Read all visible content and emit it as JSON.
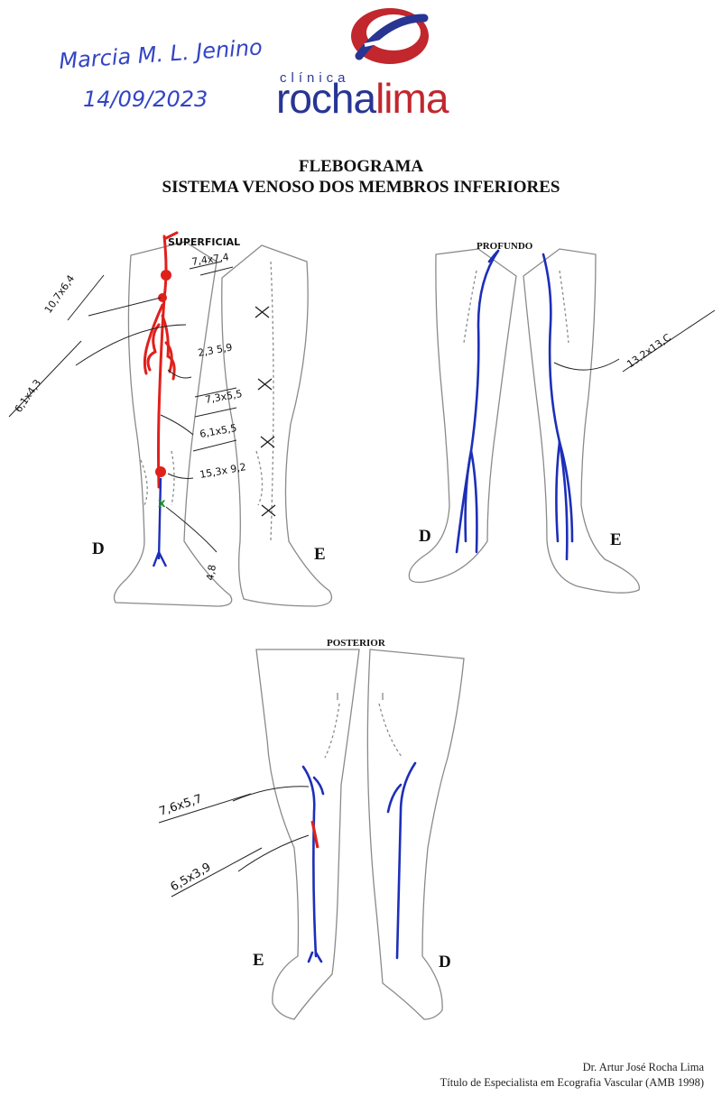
{
  "header": {
    "patient_name": "Marcia M. L. Jenino",
    "exam_date": "14/09/2023",
    "logo_small": "clínica",
    "logo_word_a": "rocha",
    "logo_word_b": "lima"
  },
  "document": {
    "title_line1": "FLEBOGRAMA",
    "title_line2": "SISTEMA VENOSO DOS MEMBROS INFERIORES"
  },
  "diagrams": {
    "superficial": {
      "label": "SUPERFICIAL",
      "side_right": "D",
      "side_left": "E",
      "annotations": [
        "7,4x7,4",
        "10,7x6,4",
        "6,1x4,3",
        "2,3 5,9",
        "7,3x5,5",
        "6,1x5,5",
        "15,3x 9,2",
        "4,8"
      ]
    },
    "profundo": {
      "label": "PROFUNDO",
      "side_right": "D",
      "side_left": "E",
      "annotations": [
        "13,2x13,C"
      ]
    },
    "posterior": {
      "label": "POSTERIOR",
      "side_left": "E",
      "side_right": "D",
      "annotations": [
        "7,6x5,7",
        "6,5x3,9"
      ]
    }
  },
  "colors": {
    "deep_vein": "#1d2fb8",
    "reflux_vein": "#e0201b",
    "marker": "#1f8a2a",
    "outline": "#8a8a8a",
    "ink": "#3344c4"
  },
  "footer": {
    "doctor": "Dr. Artur José Rocha Lima",
    "title": "Título de Especialista em Ecografia Vascular (AMB 1998)"
  }
}
